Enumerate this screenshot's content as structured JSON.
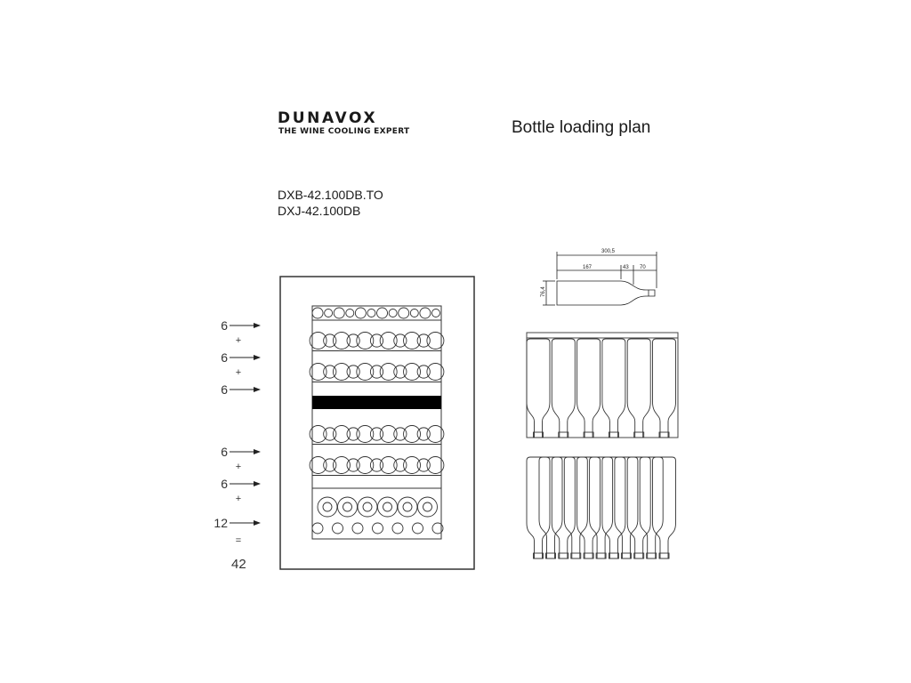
{
  "header": {
    "brand": "DUNAVOX",
    "tagline": "THE WINE COOLING EXPERT",
    "title": "Bottle loading plan"
  },
  "models": [
    "DXB-42.100DB.TO",
    "DXJ-42.100DB"
  ],
  "loading": {
    "upper_zone": [
      {
        "count": "6",
        "op": "+"
      },
      {
        "count": "6",
        "op": "+"
      },
      {
        "count": "6",
        "op": ""
      }
    ],
    "lower_zone": [
      {
        "count": "6",
        "op": "+"
      },
      {
        "count": "6",
        "op": "+"
      },
      {
        "count": "12",
        "op": "="
      }
    ],
    "total": "42"
  },
  "bottle_dimensions": {
    "total_length": "300,5",
    "body_length": "167",
    "shoulder_length": "43",
    "neck_length": "70",
    "diameter": "76,4"
  },
  "colors": {
    "line": "#222222",
    "divider": "#000000",
    "frame": "#333333"
  }
}
